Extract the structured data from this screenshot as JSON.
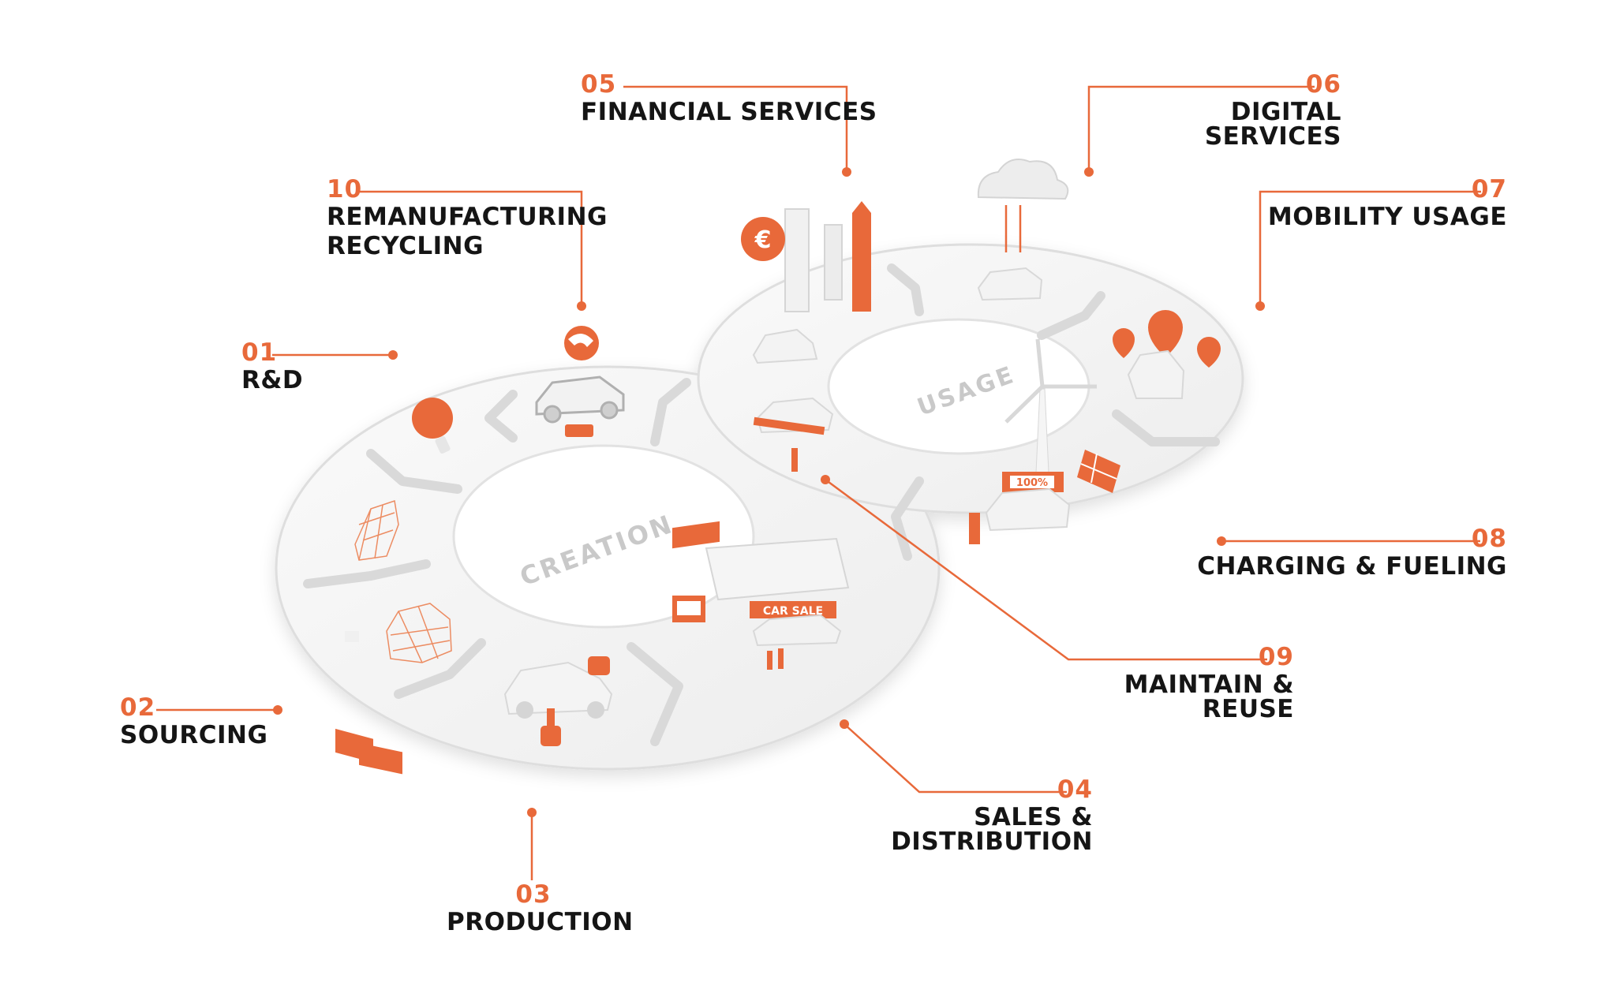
{
  "ring_labels": {
    "left": "CREATION",
    "right": "USAGE"
  },
  "steps": [
    {
      "num": "01",
      "title": "R&D"
    },
    {
      "num": "02",
      "title": "SOURCING"
    },
    {
      "num": "03",
      "title": "PRODUCTION"
    },
    {
      "num": "04",
      "title": "SALES & DISTRIBUTION"
    },
    {
      "num": "05",
      "title": "FINANCIAL SERVICES"
    },
    {
      "num": "06",
      "title": "DIGITAL SERVICES"
    },
    {
      "num": "07",
      "title": "MOBILITY USAGE"
    },
    {
      "num": "08",
      "title": "CHARGING & FUELING"
    },
    {
      "num": "09",
      "title": "MAINTAIN & REUSE"
    },
    {
      "num": "10",
      "title": "REMANUFACTURING",
      "title2": "RECYCLING"
    }
  ],
  "scene_text": {
    "sale_sign": "CAR SALE",
    "battery_level": "100%"
  },
  "colors": {
    "accent": "#e8693a",
    "text": "#151515",
    "track": "#f1f1f1",
    "track_edge": "#dcdcdc"
  }
}
